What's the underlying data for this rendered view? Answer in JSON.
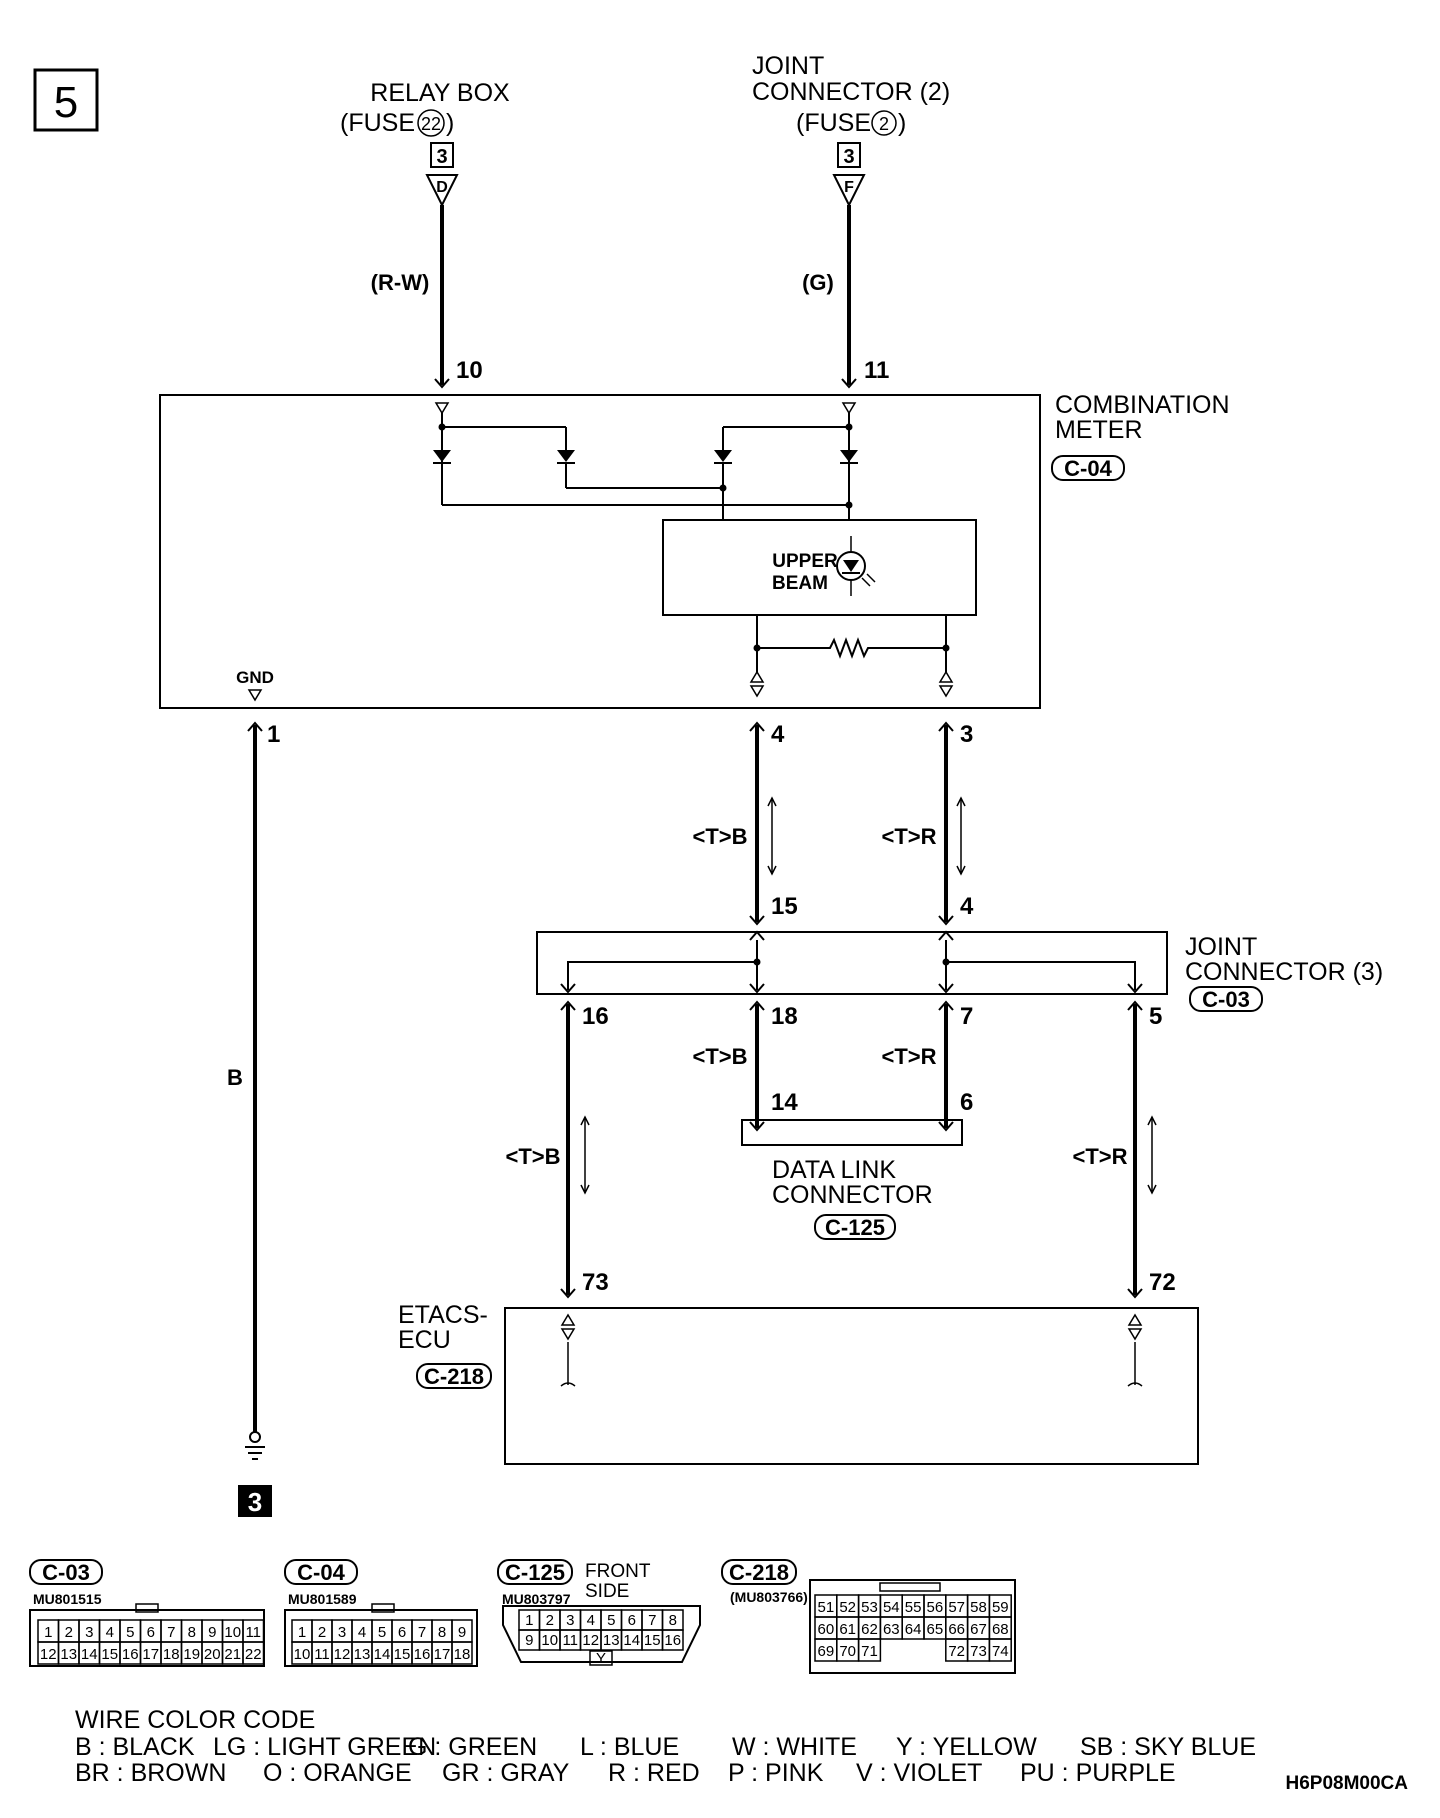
{
  "page_number": "5",
  "relay_box": {
    "line1": "RELAY BOX",
    "line2_pre": "(FUSE",
    "fuse_no": "22",
    "line2_post": ")",
    "page_ref": "3",
    "conn": "D"
  },
  "joint2": {
    "line1": "JOINT",
    "line2": "CONNECTOR (2)",
    "line3_pre": "(FUSE",
    "fuse_no": "2",
    "line3_post": ")",
    "page_ref": "3",
    "conn": "F"
  },
  "wires": {
    "rw": "(R-W)",
    "g": "(G)",
    "b": "B",
    "tb": "<T>B",
    "tr": "<T>R"
  },
  "pins": {
    "p10": "10",
    "p11": "11",
    "p1": "1",
    "p4": "4",
    "p3": "3",
    "j15": "15",
    "j4": "4",
    "j16": "16",
    "j18": "18",
    "j7": "7",
    "j5": "5",
    "d14": "14",
    "d6": "6",
    "e73": "73",
    "e72": "72"
  },
  "combination_meter": {
    "line1": "COMBINATION",
    "line2": "METER",
    "connector": "C-04",
    "gnd": "GND",
    "lamp_line1": "UPPER",
    "lamp_line2": "BEAM"
  },
  "joint3": {
    "line1": "JOINT",
    "line2": "CONNECTOR (3)",
    "connector": "C-03"
  },
  "dlc": {
    "line1": "DATA LINK",
    "line2": "CONNECTOR",
    "connector": "C-125"
  },
  "etacs": {
    "line1": "ETACS-",
    "line2": "ECU",
    "connector": "C-218"
  },
  "ground_ref": "3",
  "connector_views": {
    "c03": {
      "id": "C-03",
      "part": "MU801515",
      "row1": [
        "1",
        "2",
        "3",
        "4",
        "5",
        "6",
        "7",
        "8",
        "9",
        "10",
        "11"
      ],
      "row2": [
        "12",
        "13",
        "14",
        "15",
        "16",
        "17",
        "18",
        "19",
        "20",
        "21",
        "22"
      ]
    },
    "c04": {
      "id": "C-04",
      "part": "MU801589",
      "row1": [
        "1",
        "2",
        "3",
        "4",
        "5",
        "6",
        "7",
        "8",
        "9"
      ],
      "row2": [
        "10",
        "11",
        "12",
        "13",
        "14",
        "15",
        "16",
        "17",
        "18"
      ]
    },
    "c125": {
      "id": "C-125",
      "part": "MU803797",
      "side_line1": "FRONT",
      "side_line2": "SIDE",
      "row1": [
        "1",
        "2",
        "3",
        "4",
        "5",
        "6",
        "7",
        "8"
      ],
      "row2": [
        "9",
        "10",
        "11",
        "12",
        "13",
        "14",
        "15",
        "16"
      ],
      "color": "Y"
    },
    "c218": {
      "id": "C-218",
      "part": "(MU803766)",
      "row1": [
        "51",
        "52",
        "53",
        "54",
        "55",
        "56",
        "57",
        "58",
        "59"
      ],
      "row2": [
        "60",
        "61",
        "62",
        "63",
        "64",
        "65",
        "66",
        "67",
        "68"
      ],
      "row3": [
        "69",
        "70",
        "71",
        "72",
        "73",
        "74"
      ]
    }
  },
  "wire_color_code": {
    "title": "WIRE COLOR CODE",
    "row1": [
      "B : BLACK",
      "LG : LIGHT GREEN",
      "G : GREEN",
      "L : BLUE",
      "W : WHITE",
      "Y : YELLOW",
      "SB : SKY BLUE"
    ],
    "row2": [
      "BR : BROWN",
      "O : ORANGE",
      "GR : GRAY",
      "R : RED",
      "P : PINK",
      "V : VIOLET",
      "PU : PURPLE"
    ]
  },
  "figure_code": "H6P08M00CA"
}
